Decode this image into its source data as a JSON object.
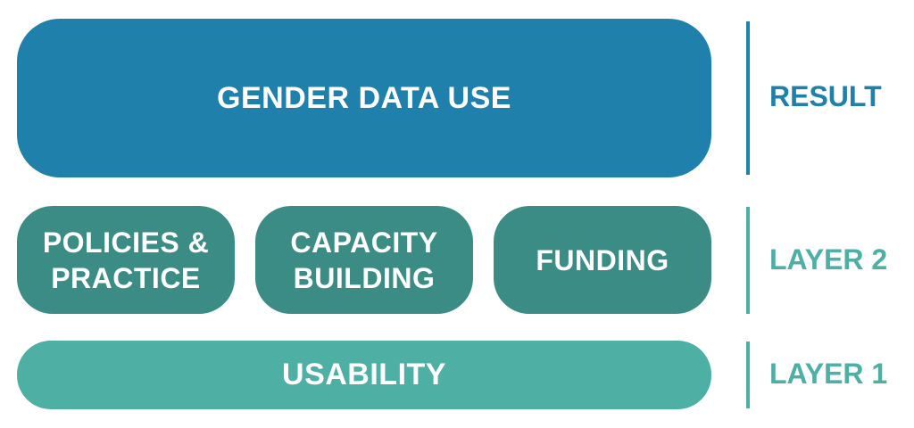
{
  "colors": {
    "result": "#1f80ab",
    "layer2": "#3a8c85",
    "layer1": "#4eafa4",
    "result_label": "#1f80ab",
    "layer_label": "#4eafa4",
    "background": "#ffffff"
  },
  "result": {
    "block_label": "GENDER DATA USE",
    "side_label": "RESULT"
  },
  "layer2": {
    "side_label": "LAYER 2",
    "blocks": [
      {
        "label": "POLICIES &\nPRACTICE"
      },
      {
        "label": "CAPACITY\nBUILDING"
      },
      {
        "label": "FUNDING"
      }
    ]
  },
  "layer1": {
    "block_label": "USABILITY",
    "side_label": "LAYER 1"
  }
}
